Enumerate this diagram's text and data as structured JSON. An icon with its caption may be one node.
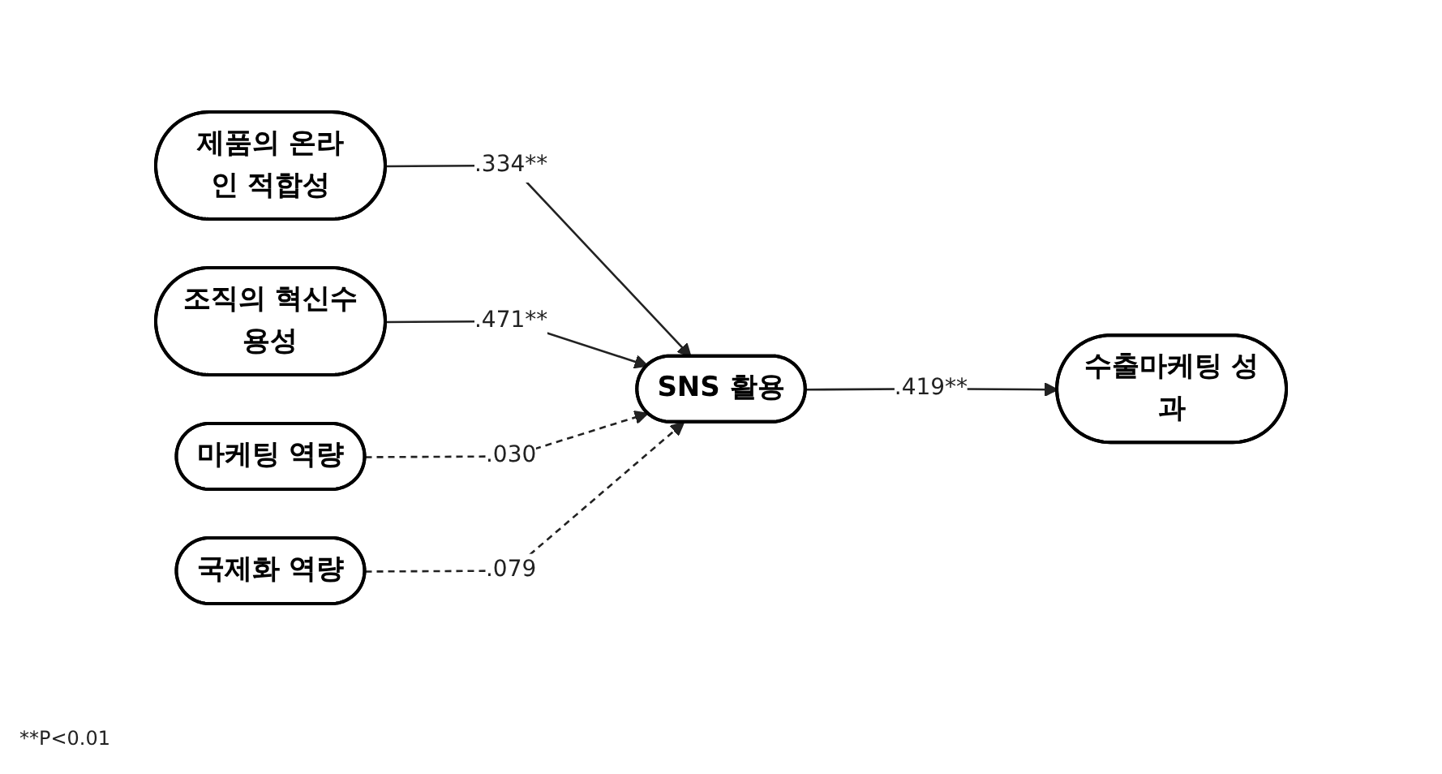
{
  "diagram": {
    "nodes": [
      {
        "text": [
          "제품의 온라인 적합성"
        ]
      },
      {
        "text": [
          "조직의 혁신수용성"
        ]
      },
      {
        "text": [
          "마케팅 역량"
        ]
      },
      {
        "text": [
          "국제화 역량"
        ]
      },
      {
        "text": [
          "SNS 활용"
        ]
      },
      {
        "text": [
          "수출마케팅 성과"
        ]
      }
    ],
    "edges": [
      {
        "from": 0,
        "to": 4,
        "arrow": "to",
        "label": ".334**"
      },
      {
        "from": 1,
        "to": 4,
        "arrow": "to",
        "label": ".471**"
      },
      {
        "from": 2,
        "to": 4,
        "arrow": "to",
        "label": ".030",
        "style": "dashed"
      },
      {
        "from": 3,
        "to": 4,
        "arrow": "to",
        "label": ".079",
        "style": "dashed"
      },
      {
        "from": 4,
        "to": 5,
        "arrow": "to",
        "label": ".419**"
      }
    ],
    "labels": [
      "**P<0.01"
    ]
  }
}
